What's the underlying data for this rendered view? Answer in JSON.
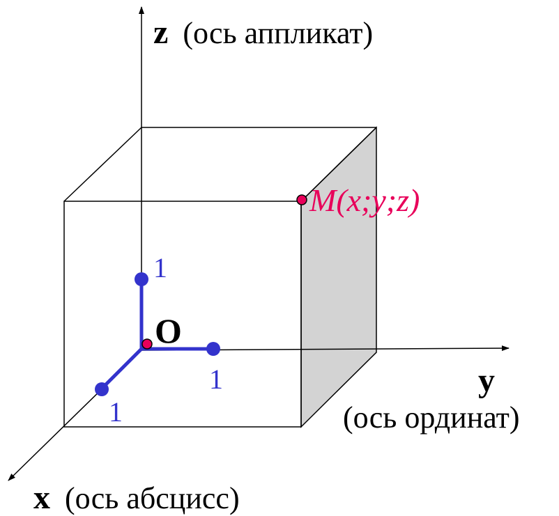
{
  "axes": {
    "z": {
      "letter": "z",
      "desc": "(ось аппликат)"
    },
    "y": {
      "letter": "y",
      "desc": "(ось ординат)"
    },
    "x": {
      "letter": "x",
      "desc": "(ось абсцисс)"
    }
  },
  "origin_label": "O",
  "unit_labels": {
    "z": "1",
    "y": "1",
    "x": "1"
  },
  "point_label": "M(x;y;z)",
  "colors": {
    "axis": "#000000",
    "unit_segment": "#3333cc",
    "point": "#e8005a",
    "shaded_face": "#d3d3d3"
  }
}
